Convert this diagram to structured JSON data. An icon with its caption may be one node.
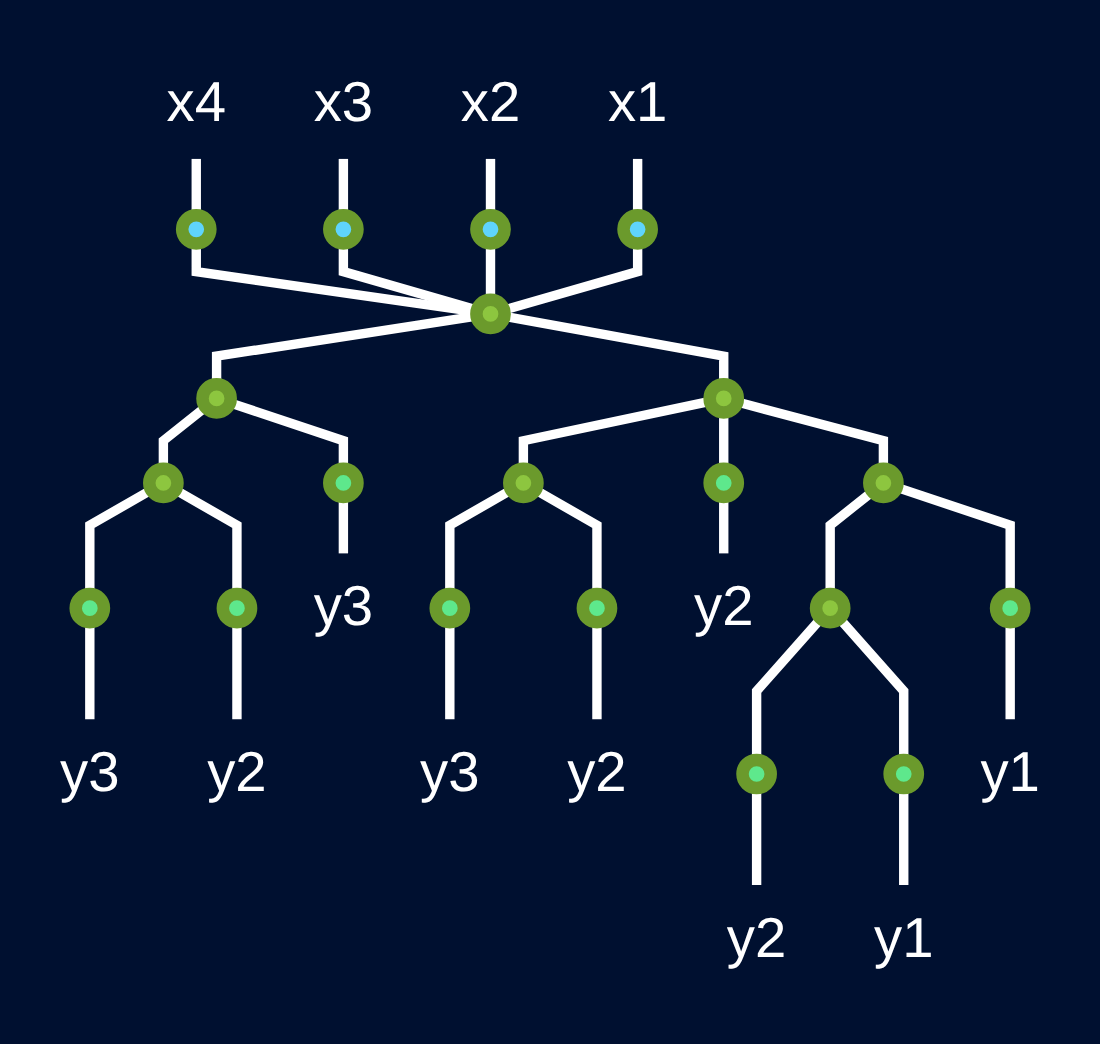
{
  "diagram": {
    "nodes": [
      {
        "text": [
          "x4"
        ]
      },
      {
        "text": [
          "x3"
        ]
      },
      {
        "text": [
          "x2"
        ]
      },
      {
        "text": [
          "x1"
        ]
      },
      {
        "text": [],
        "shape": "circle"
      },
      {
        "text": [],
        "shape": "circle"
      },
      {
        "text": [],
        "shape": "circle"
      },
      {
        "text": [],
        "shape": "circle"
      },
      {
        "text": [],
        "shape": "circle"
      },
      {
        "text": [],
        "shape": "circle"
      },
      {
        "text": [],
        "shape": "circle"
      },
      {
        "text": [],
        "shape": "circle"
      },
      {
        "text": [],
        "shape": "circle"
      },
      {
        "text": [],
        "shape": "circle"
      },
      {
        "text": [],
        "shape": "circle"
      },
      {
        "text": [],
        "shape": "circle"
      },
      {
        "text": [],
        "shape": "circle"
      },
      {
        "text": [],
        "shape": "circle"
      },
      {
        "text": [],
        "shape": "circle"
      },
      {
        "text": [],
        "shape": "circle"
      },
      {
        "text": [],
        "shape": "circle"
      },
      {
        "text": [],
        "shape": "circle"
      },
      {
        "text": [],
        "shape": "circle"
      },
      {
        "text": [],
        "shape": "circle"
      },
      {
        "text": [
          "y3"
        ]
      },
      {
        "text": [
          "y2"
        ]
      },
      {
        "text": [
          "y3"
        ]
      },
      {
        "text": [
          "y2"
        ]
      },
      {
        "text": [
          "y3"
        ]
      },
      {
        "text": [
          "y2"
        ]
      },
      {
        "text": [
          "y1"
        ]
      },
      {
        "text": [
          "y2"
        ]
      },
      {
        "text": [
          "y1"
        ]
      }
    ],
    "edges": [
      {
        "from": 0,
        "to": 4,
        "arrow": "none"
      },
      {
        "from": 1,
        "to": 5,
        "arrow": "none"
      },
      {
        "from": 2,
        "to": 6,
        "arrow": "none"
      },
      {
        "from": 3,
        "to": 7,
        "arrow": "none"
      },
      {
        "from": 4,
        "to": 8,
        "arrow": "none"
      },
      {
        "from": 5,
        "to": 8,
        "arrow": "none"
      },
      {
        "from": 6,
        "to": 8,
        "arrow": "none"
      },
      {
        "from": 7,
        "to": 8,
        "arrow": "none"
      },
      {
        "from": 8,
        "to": 9,
        "arrow": "none"
      },
      {
        "from": 8,
        "to": 10,
        "arrow": "none"
      },
      {
        "from": 9,
        "to": 11,
        "arrow": "none"
      },
      {
        "from": 9,
        "to": 12,
        "arrow": "none"
      },
      {
        "from": 10,
        "to": 13,
        "arrow": "none"
      },
      {
        "from": 10,
        "to": 14,
        "arrow": "none"
      },
      {
        "from": 10,
        "to": 15,
        "arrow": "none"
      },
      {
        "from": 11,
        "to": 16,
        "arrow": "none"
      },
      {
        "from": 11,
        "to": 17,
        "arrow": "none"
      },
      {
        "from": 13,
        "to": 18,
        "arrow": "none"
      },
      {
        "from": 13,
        "to": 19,
        "arrow": "none"
      },
      {
        "from": 15,
        "to": 20,
        "arrow": "none"
      },
      {
        "from": 15,
        "to": 21,
        "arrow": "none"
      },
      {
        "from": 20,
        "to": 22,
        "arrow": "none"
      },
      {
        "from": 20,
        "to": 23,
        "arrow": "none"
      },
      {
        "from": 12,
        "to": 24,
        "arrow": "none"
      },
      {
        "from": 14,
        "to": 25,
        "arrow": "none"
      },
      {
        "from": 16,
        "to": 26,
        "arrow": "none"
      },
      {
        "from": 17,
        "to": 27,
        "arrow": "none"
      },
      {
        "from": 18,
        "to": 28,
        "arrow": "none"
      },
      {
        "from": 19,
        "to": 29,
        "arrow": "none"
      },
      {
        "from": 21,
        "to": 30,
        "arrow": "none"
      },
      {
        "from": 22,
        "to": 31,
        "arrow": "none"
      },
      {
        "from": 23,
        "to": 32,
        "arrow": "none"
      }
    ]
  }
}
